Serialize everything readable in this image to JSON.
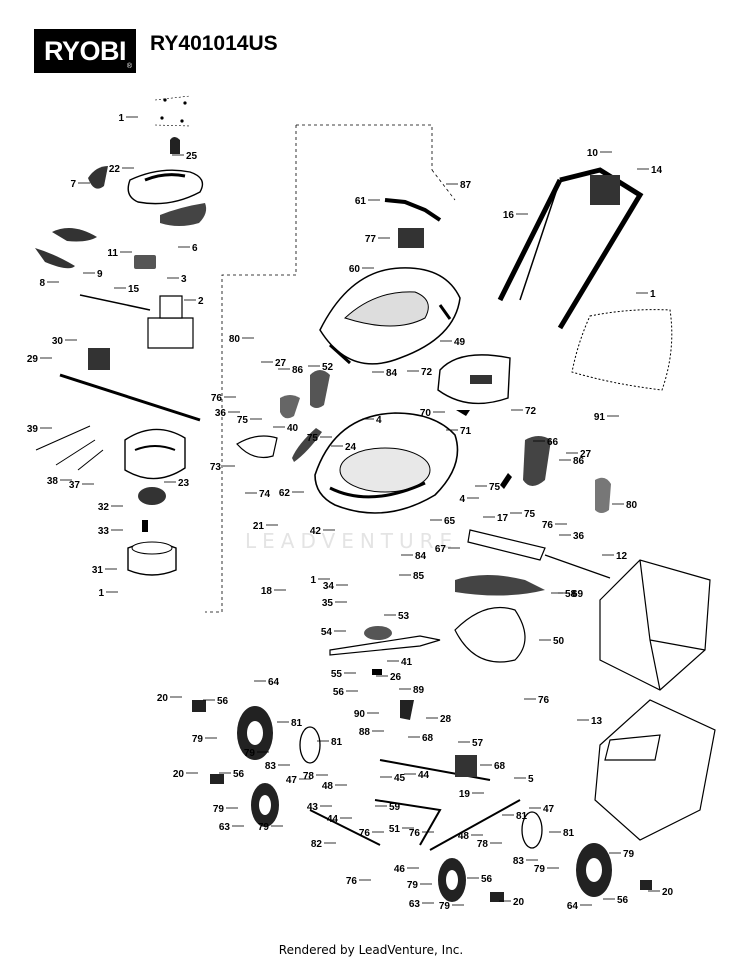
{
  "header": {
    "brand": "RYOBI",
    "model": "RY401014US"
  },
  "watermark": "LEADVENTURE",
  "footer": {
    "credit": "Rendered by LeadVenture, Inc."
  },
  "parts": [
    {
      "id": "p1a",
      "num": "1"
    },
    {
      "id": "p25",
      "num": "25"
    },
    {
      "id": "p22",
      "num": "22"
    },
    {
      "id": "p7",
      "num": "7"
    },
    {
      "id": "p6",
      "num": "6"
    },
    {
      "id": "p11",
      "num": "11"
    },
    {
      "id": "p9",
      "num": "9"
    },
    {
      "id": "p8",
      "num": "8"
    },
    {
      "id": "p15",
      "num": "15"
    },
    {
      "id": "p3",
      "num": "3"
    },
    {
      "id": "p2",
      "num": "2"
    },
    {
      "id": "p30",
      "num": "30"
    },
    {
      "id": "p29",
      "num": "29"
    },
    {
      "id": "p39",
      "num": "39"
    },
    {
      "id": "p38",
      "num": "38"
    },
    {
      "id": "p37",
      "num": "37"
    },
    {
      "id": "p23",
      "num": "23"
    },
    {
      "id": "p32",
      "num": "32"
    },
    {
      "id": "p33",
      "num": "33"
    },
    {
      "id": "p31",
      "num": "31"
    },
    {
      "id": "p1b",
      "num": "1"
    },
    {
      "id": "p61",
      "num": "61"
    },
    {
      "id": "p87",
      "num": "87"
    },
    {
      "id": "p77",
      "num": "77"
    },
    {
      "id": "p60",
      "num": "60"
    },
    {
      "id": "p10",
      "num": "10"
    },
    {
      "id": "p14",
      "num": "14"
    },
    {
      "id": "p16",
      "num": "16"
    },
    {
      "id": "p1c",
      "num": "1"
    },
    {
      "id": "p91",
      "num": "91"
    },
    {
      "id": "p80a",
      "num": "80"
    },
    {
      "id": "p27a",
      "num": "27"
    },
    {
      "id": "p86a",
      "num": "86"
    },
    {
      "id": "p52",
      "num": "52"
    },
    {
      "id": "p76a",
      "num": "76"
    },
    {
      "id": "p36a",
      "num": "36"
    },
    {
      "id": "p75a",
      "num": "75"
    },
    {
      "id": "p40",
      "num": "40"
    },
    {
      "id": "p84a",
      "num": "84"
    },
    {
      "id": "p72a",
      "num": "72"
    },
    {
      "id": "p49",
      "num": "49"
    },
    {
      "id": "p70",
      "num": "70"
    },
    {
      "id": "p71",
      "num": "71"
    },
    {
      "id": "p72b",
      "num": "72"
    },
    {
      "id": "p4a",
      "num": "4"
    },
    {
      "id": "p75b",
      "num": "75"
    },
    {
      "id": "p24",
      "num": "24"
    },
    {
      "id": "p73",
      "num": "73"
    },
    {
      "id": "p74",
      "num": "74"
    },
    {
      "id": "p62",
      "num": "62"
    },
    {
      "id": "p66",
      "num": "66"
    },
    {
      "id": "p86b",
      "num": "86"
    },
    {
      "id": "p27b",
      "num": "27"
    },
    {
      "id": "p75c",
      "num": "75"
    },
    {
      "id": "p4b",
      "num": "4"
    },
    {
      "id": "p17",
      "num": "17"
    },
    {
      "id": "p75d",
      "num": "75"
    },
    {
      "id": "p80b",
      "num": "80"
    },
    {
      "id": "p76b",
      "num": "76"
    },
    {
      "id": "p36b",
      "num": "36"
    },
    {
      "id": "p21",
      "num": "21"
    },
    {
      "id": "p42",
      "num": "42"
    },
    {
      "id": "p65",
      "num": "65"
    },
    {
      "id": "p67",
      "num": "67"
    },
    {
      "id": "p84b",
      "num": "84"
    },
    {
      "id": "p12",
      "num": "12"
    },
    {
      "id": "p18",
      "num": "18"
    },
    {
      "id": "p85",
      "num": "85"
    },
    {
      "id": "p34",
      "num": "34"
    },
    {
      "id": "p1d",
      "num": "1"
    },
    {
      "id": "p58",
      "num": "58"
    },
    {
      "id": "p69",
      "num": "69"
    },
    {
      "id": "p35",
      "num": "35"
    },
    {
      "id": "p53",
      "num": "53"
    },
    {
      "id": "p54",
      "num": "54"
    },
    {
      "id": "p50",
      "num": "50"
    },
    {
      "id": "p41",
      "num": "41"
    },
    {
      "id": "p55",
      "num": "55"
    },
    {
      "id": "p26",
      "num": "26"
    },
    {
      "id": "p56a",
      "num": "56"
    },
    {
      "id": "p76c",
      "num": "76"
    },
    {
      "id": "p20a",
      "num": "20"
    },
    {
      "id": "p56b",
      "num": "56"
    },
    {
      "id": "p64a",
      "num": "64"
    },
    {
      "id": "p89",
      "num": "89"
    },
    {
      "id": "p90",
      "num": "90"
    },
    {
      "id": "p28",
      "num": "28"
    },
    {
      "id": "p79a",
      "num": "79"
    },
    {
      "id": "p81a",
      "num": "81"
    },
    {
      "id": "p88",
      "num": "88"
    },
    {
      "id": "p13",
      "num": "13"
    },
    {
      "id": "p79b",
      "num": "79"
    },
    {
      "id": "p83a",
      "num": "83"
    },
    {
      "id": "p81b",
      "num": "81"
    },
    {
      "id": "p68a",
      "num": "68"
    },
    {
      "id": "p57",
      "num": "57"
    },
    {
      "id": "p47a",
      "num": "47"
    },
    {
      "id": "p78a",
      "num": "78"
    },
    {
      "id": "p48a",
      "num": "48"
    },
    {
      "id": "p45",
      "num": "45"
    },
    {
      "id": "p68b",
      "num": "68"
    },
    {
      "id": "p20b",
      "num": "20"
    },
    {
      "id": "p56c",
      "num": "56"
    },
    {
      "id": "p44a",
      "num": "44"
    },
    {
      "id": "p5",
      "num": "5"
    },
    {
      "id": "p19",
      "num": "19"
    },
    {
      "id": "p79c",
      "num": "79"
    },
    {
      "id": "p43",
      "num": "43"
    },
    {
      "id": "p59",
      "num": "59"
    },
    {
      "id": "p63a",
      "num": "63"
    },
    {
      "id": "p79d",
      "num": "79"
    },
    {
      "id": "p44b",
      "num": "44"
    },
    {
      "id": "p76d",
      "num": "76"
    },
    {
      "id": "p51",
      "num": "51"
    },
    {
      "id": "p76e",
      "num": "76"
    },
    {
      "id": "p47b",
      "num": "47"
    },
    {
      "id": "p48b",
      "num": "48"
    },
    {
      "id": "p81c",
      "num": "81"
    },
    {
      "id": "p78b",
      "num": "78"
    },
    {
      "id": "p82",
      "num": "82"
    },
    {
      "id": "p81d",
      "num": "81"
    },
    {
      "id": "p83b",
      "num": "83"
    },
    {
      "id": "p79e",
      "num": "79"
    },
    {
      "id": "p46",
      "num": "46"
    },
    {
      "id": "p76f",
      "num": "76"
    },
    {
      "id": "p79f",
      "num": "79"
    },
    {
      "id": "p79g",
      "num": "79"
    },
    {
      "id": "p56d",
      "num": "56"
    },
    {
      "id": "p63b",
      "num": "63"
    },
    {
      "id": "p79h",
      "num": "79"
    },
    {
      "id": "p20c",
      "num": "20"
    },
    {
      "id": "p64b",
      "num": "64"
    },
    {
      "id": "p56e",
      "num": "56"
    },
    {
      "id": "p20d",
      "num": "20"
    }
  ]
}
